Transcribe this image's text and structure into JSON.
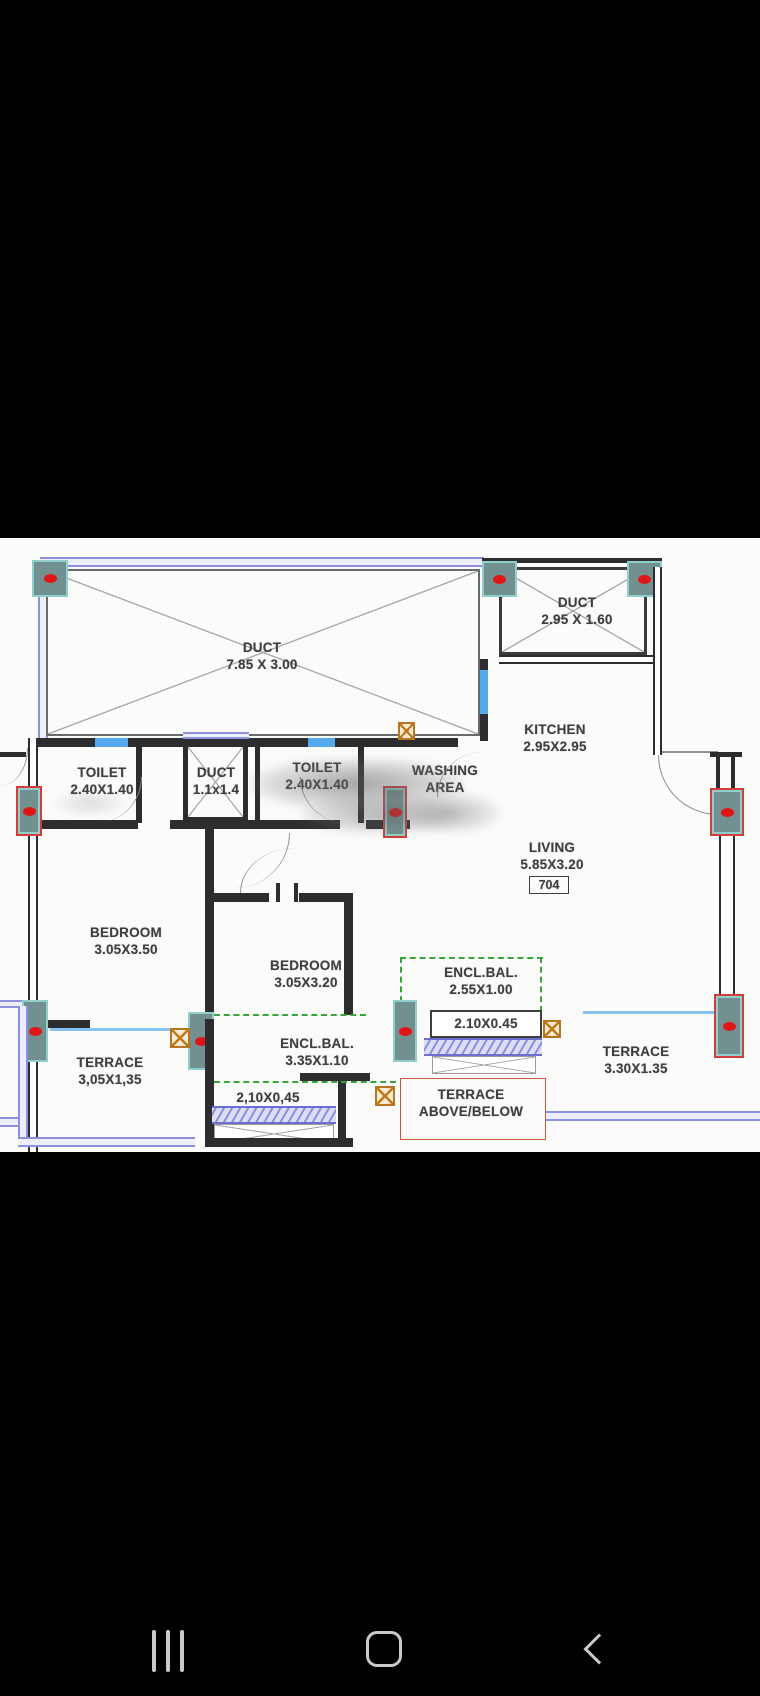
{
  "plan": {
    "unit_number": "704",
    "labels": {
      "duct_top": {
        "line1": "DUCT",
        "line2": "7.85 X 3.00"
      },
      "duct_right": {
        "line1": "DUCT",
        "line2": "2.95 X 1.60"
      },
      "kitchen": {
        "line1": "KITCHEN",
        "line2": "2.95X2.95"
      },
      "toilet_left": {
        "line1": "TOILET",
        "line2": "2.40X1.40"
      },
      "duct_small": {
        "line1": "DUCT",
        "line2": "1.1x1.4"
      },
      "toilet_right": {
        "line1": "TOILET",
        "line2": "2.40X1.40"
      },
      "washing_area": {
        "line1": "WASHING",
        "line2": "AREA"
      },
      "living": {
        "line1": "LIVING",
        "line2": "5.85X3.20"
      },
      "bedroom_left": {
        "line1": "BEDROOM",
        "line2": "3.05X3.50"
      },
      "bedroom_mid": {
        "line1": "BEDROOM",
        "line2": "3.05X3.20"
      },
      "encl_bal_right": {
        "line1": "ENCL.BAL.",
        "line2": "2.55X1.00"
      },
      "encl_bal_mid": {
        "line1": "ENCL.BAL.",
        "line2": "3.35X1.10"
      },
      "dim_right": {
        "line1": "2.10X0.45"
      },
      "dim_left": {
        "line1": "2,10X0,45"
      },
      "terrace_left": {
        "line1": "TERRACE",
        "line2": "3,05X1,35"
      },
      "terrace_right": {
        "line1": "TERRACE",
        "line2": "3.30X1.35"
      },
      "terrace_above_below": {
        "line1": "TERRACE",
        "line2": "ABOVE/BELOW"
      }
    },
    "colors": {
      "wall": "#2d2d30",
      "column_fill": "#72908f",
      "column_border_teal": "#8fd0cc",
      "column_border_red": "#d43b3b",
      "red_marker": "#e01616",
      "window_blue": "#55aaee",
      "railing_purple": "#8d90da",
      "balcony_dash_green": "#3aa43a",
      "shaft_hatch_orange": "#c07818",
      "terrace_outline_orange": "#c4593a"
    }
  },
  "navbar": {
    "background": "#000000",
    "icon_color": "#c9c9c9"
  }
}
